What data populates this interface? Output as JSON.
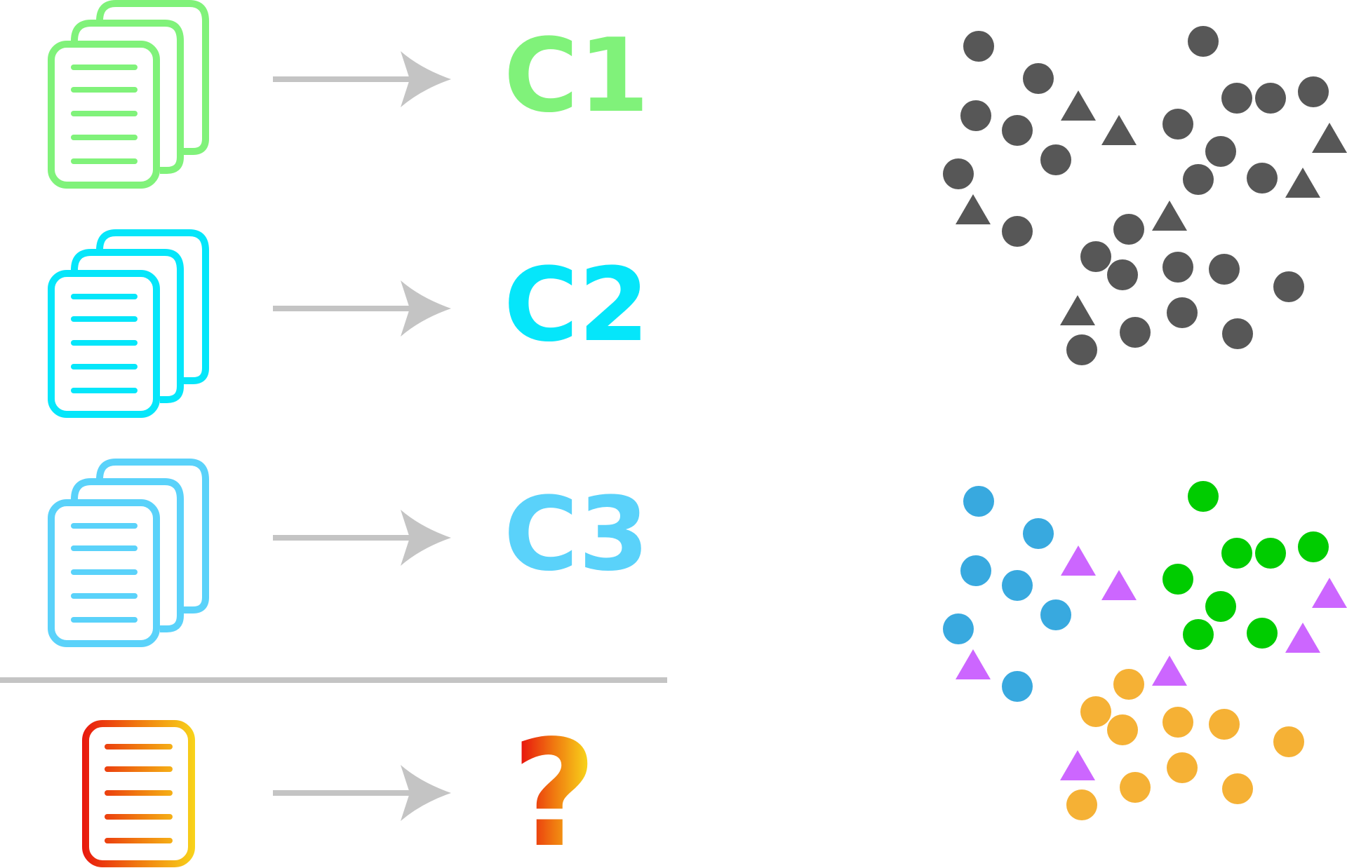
{
  "diagram": {
    "rows": [
      {
        "id": "c1",
        "label": "C1",
        "color": "#80F27A",
        "icon": "document-stack-icon",
        "arrow": "right-arrow-icon"
      },
      {
        "id": "c2",
        "label": "C2",
        "color": "#05E6FA",
        "icon": "document-stack-icon",
        "arrow": "right-arrow-icon"
      },
      {
        "id": "c3",
        "label": "C3",
        "color": "#5AD2FA",
        "icon": "document-stack-icon",
        "arrow": "right-arrow-icon"
      }
    ],
    "query": {
      "label": "?",
      "icon": "single-document-icon",
      "arrow": "right-arrow-icon",
      "gradient": [
        "#E8160E",
        "#F07A10",
        "#F8D41A"
      ]
    },
    "arrow_color": "#C4C4C4",
    "separator_color": "#C4C4C4"
  },
  "colors": {
    "unlabeled": "#575757",
    "cluster_blue": "#38A9DF",
    "cluster_green": "#00CC00",
    "cluster_orange": "#F5B135",
    "outlier_purple": "#CC66FF"
  },
  "scatter_unlabeled": {
    "circles": [
      {
        "c": "blue"
      },
      {
        "c": "green"
      },
      {
        "c": "blue"
      },
      {
        "c": "blue"
      },
      {
        "c": "blue"
      },
      {
        "c": "blue"
      },
      {
        "c": "blue"
      },
      {
        "c": "green"
      },
      {
        "c": "green"
      },
      {
        "c": "green"
      },
      {
        "c": "green"
      },
      {
        "c": "green"
      },
      {
        "c": "green"
      },
      {
        "c": "green"
      },
      {
        "c": "blue"
      },
      {
        "c": "orange"
      },
      {
        "c": "orange"
      },
      {
        "c": "orange"
      },
      {
        "c": "orange"
      },
      {
        "c": "orange"
      },
      {
        "c": "orange"
      },
      {
        "c": "orange"
      },
      {
        "c": "orange"
      },
      {
        "c": "orange"
      },
      {
        "c": "orange"
      }
    ],
    "triangle_count": 7
  }
}
